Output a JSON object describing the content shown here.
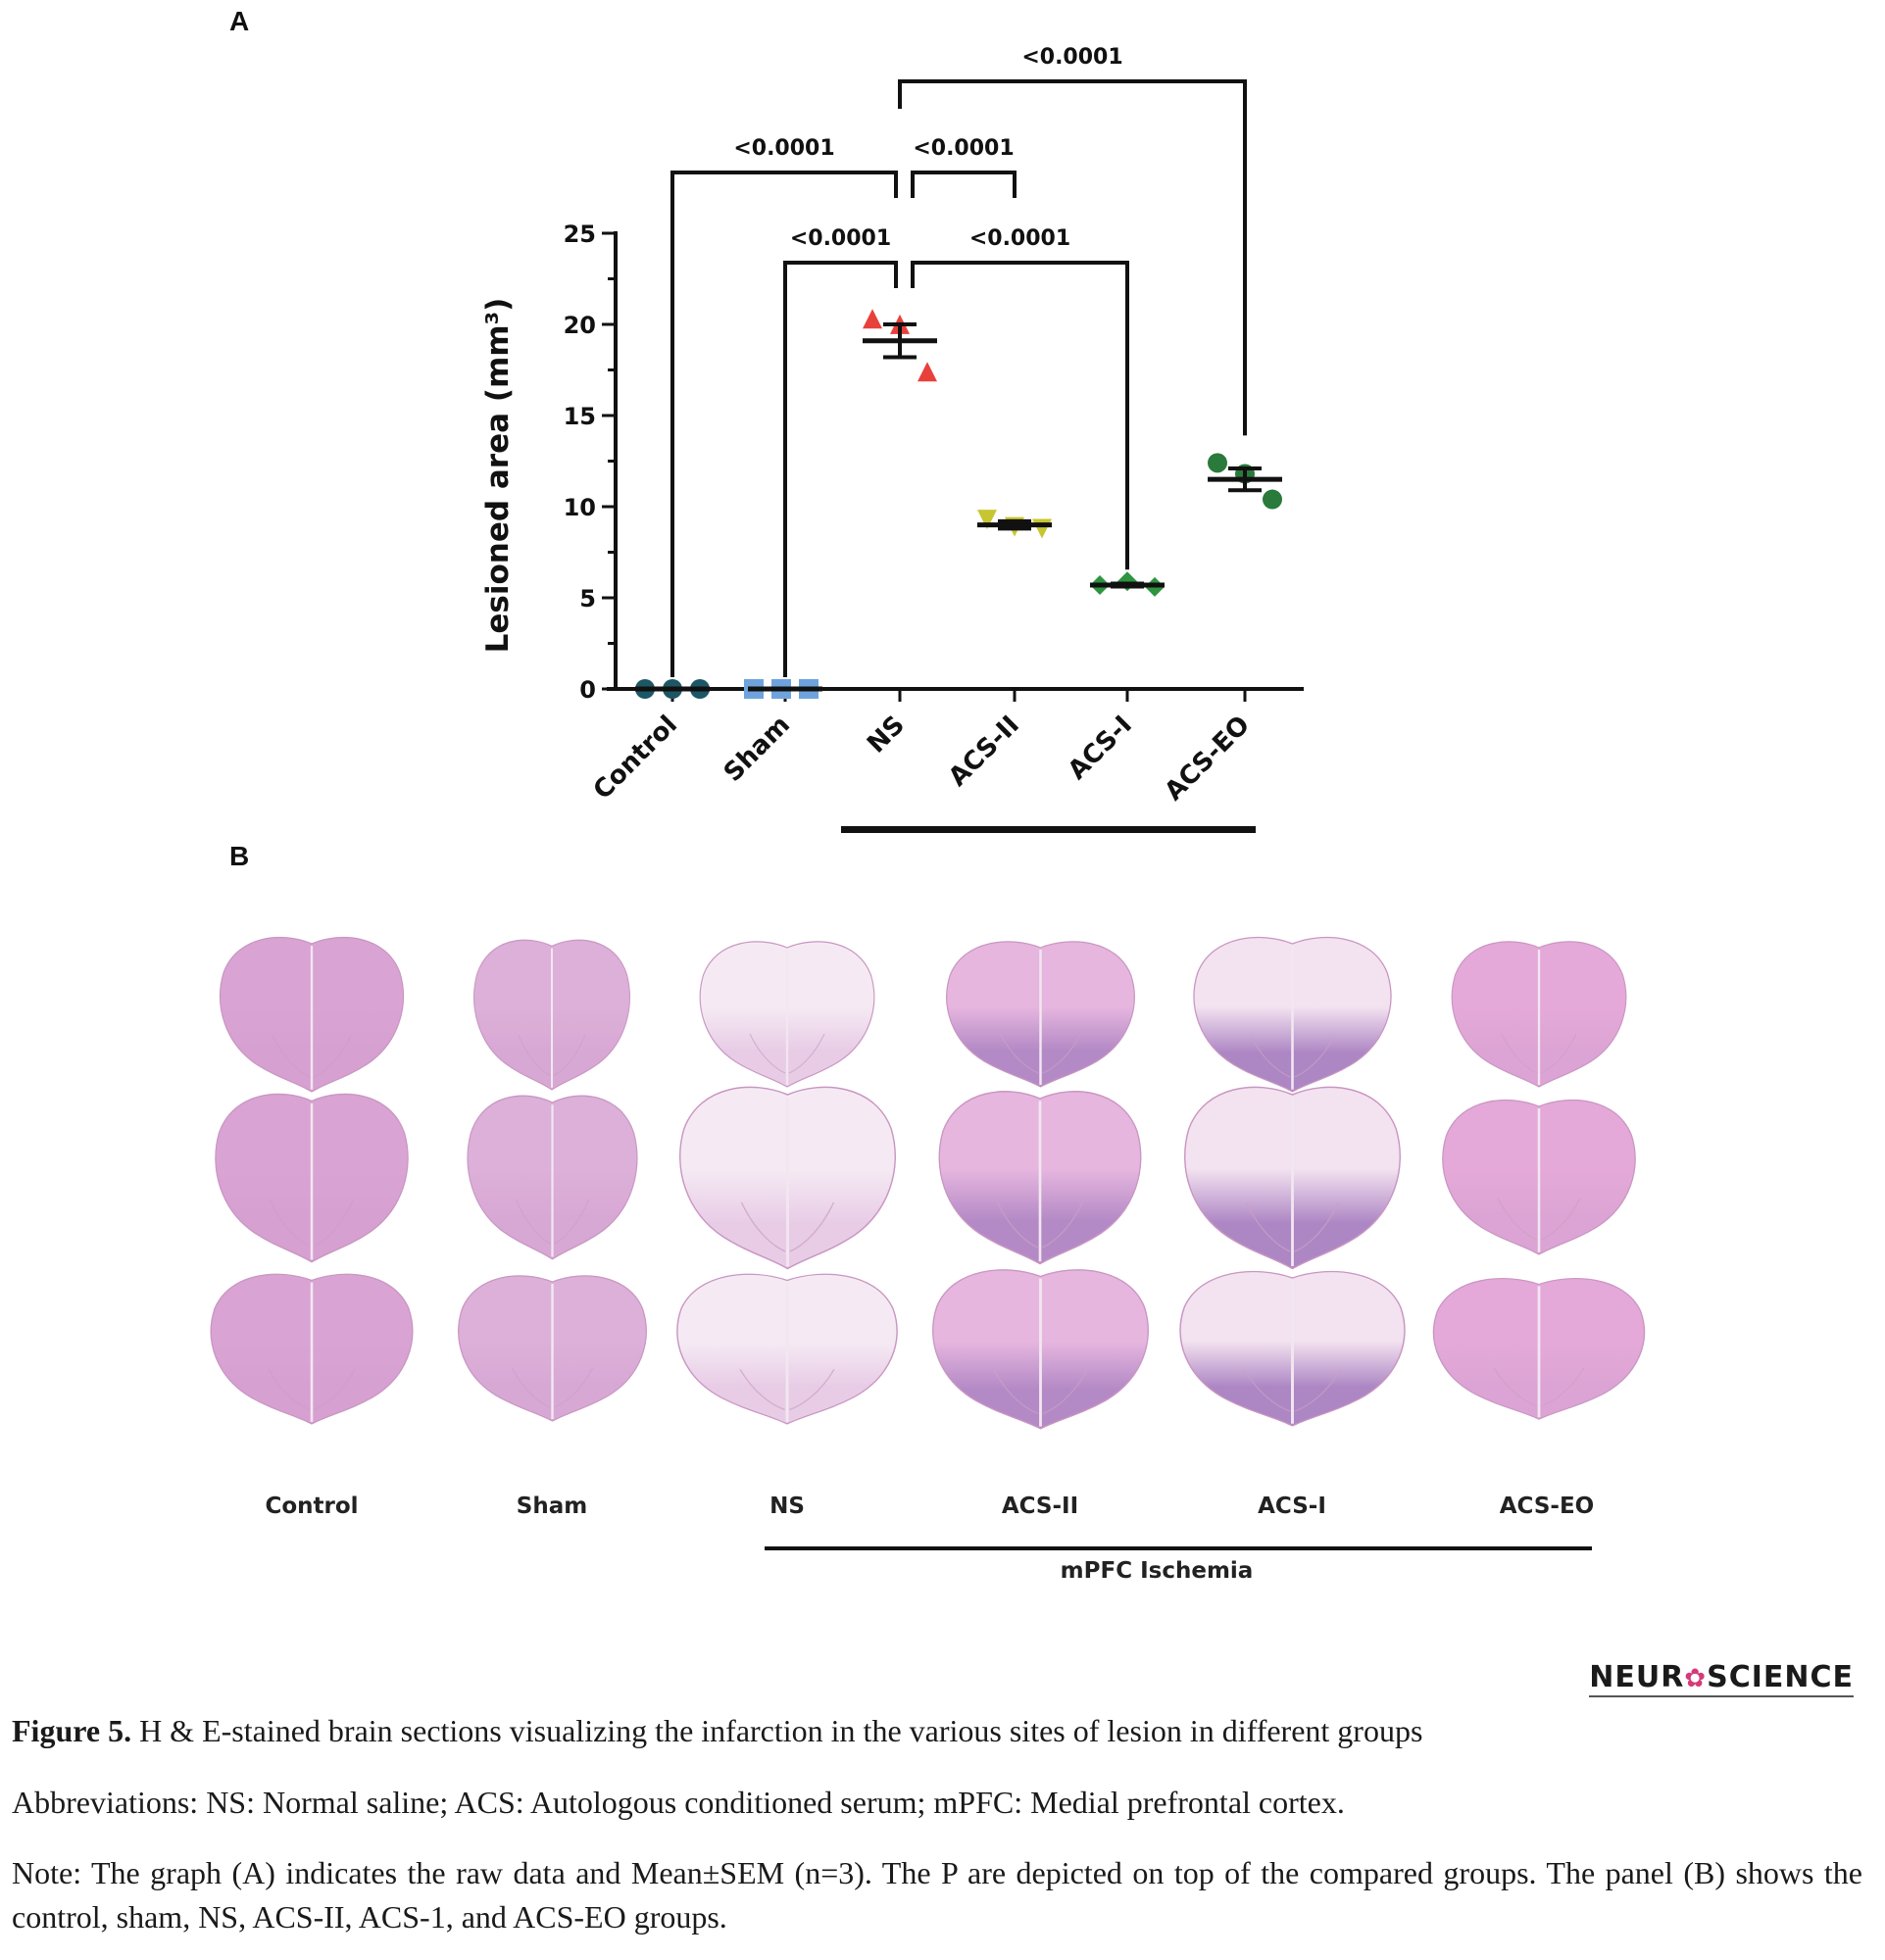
{
  "panel_a_letter": "A",
  "panel_b_letter": "B",
  "chart_data": {
    "type": "scatter",
    "ylabel": "Lesioned area (mm³)",
    "ylim": [
      0,
      25
    ],
    "yticks": [
      0,
      5,
      10,
      15,
      20,
      25
    ],
    "categories": [
      "Control",
      "Sham",
      "NS",
      "ACS-II",
      "ACS-I",
      "ACS-EO"
    ],
    "series": [
      {
        "category": "Control",
        "marker": "circle",
        "color": "#1d5766",
        "points": [
          0,
          0,
          0
        ],
        "mean": 0,
        "sem": 0
      },
      {
        "category": "Sham",
        "marker": "square",
        "color": "#6fa3dd",
        "points": [
          0,
          0,
          0
        ],
        "mean": 0,
        "sem": 0
      },
      {
        "category": "NS",
        "marker": "triangle-up",
        "color": "#e8413c",
        "points": [
          20.2,
          19.9,
          17.3
        ],
        "mean": 19.1,
        "sem": 0.9
      },
      {
        "category": "ACS-II",
        "marker": "triangle-down",
        "color": "#c8c630",
        "points": [
          9.4,
          9.0,
          8.9
        ],
        "mean": 9.0,
        "sem": 0.2
      },
      {
        "category": "ACS-I",
        "marker": "diamond",
        "color": "#2e9440",
        "points": [
          5.7,
          5.9,
          5.6
        ],
        "mean": 5.7,
        "sem": 0.08
      },
      {
        "category": "ACS-EO",
        "marker": "circle",
        "color": "#2a7a3c",
        "points": [
          12.4,
          11.8,
          10.4
        ],
        "mean": 11.5,
        "sem": 0.6
      }
    ],
    "comparisons": [
      {
        "from": "NS",
        "to": "ACS-EO",
        "p": "<0.0001",
        "level": 1
      },
      {
        "from": "Control",
        "to": "NS",
        "p": "<0.0001",
        "level": 2
      },
      {
        "from": "NS",
        "to": "ACS-II",
        "p": "<0.0001",
        "level": 2
      },
      {
        "from": "Sham",
        "to": "NS",
        "p": "<0.0001",
        "level": 3
      },
      {
        "from": "NS",
        "to": "ACS-I",
        "p": "<0.0001",
        "level": 3
      }
    ]
  },
  "panel_b": {
    "groups": [
      "Control",
      "Sham",
      "NS",
      "ACS-II",
      "ACS-I",
      "ACS-EO"
    ],
    "bar_label": "mPFC Ischemia"
  },
  "brand": {
    "left": "NEUR",
    "right": "SCIENCE"
  },
  "caption": {
    "figure_label": "Figure 5.",
    "figure_text": " H & E-stained brain sections visualizing the infarction in the various sites of lesion in different groups",
    "abbreviations": "Abbreviations: NS: Normal saline; ACS: Autologous conditioned serum; mPFC: Medial prefrontal cortex.",
    "note": "Note: The graph (A) indicates the raw data and Mean±SEM (n=3). The P are depicted on top of the compared groups. The panel (B) shows the control, sham, NS, ACS-II, ACS-1, and ACS-EO groups."
  },
  "colors": {
    "stain_pink": "#d9a0cf",
    "stain_purple": "#a07ac0",
    "stain_pale": "#f2e4f0"
  }
}
